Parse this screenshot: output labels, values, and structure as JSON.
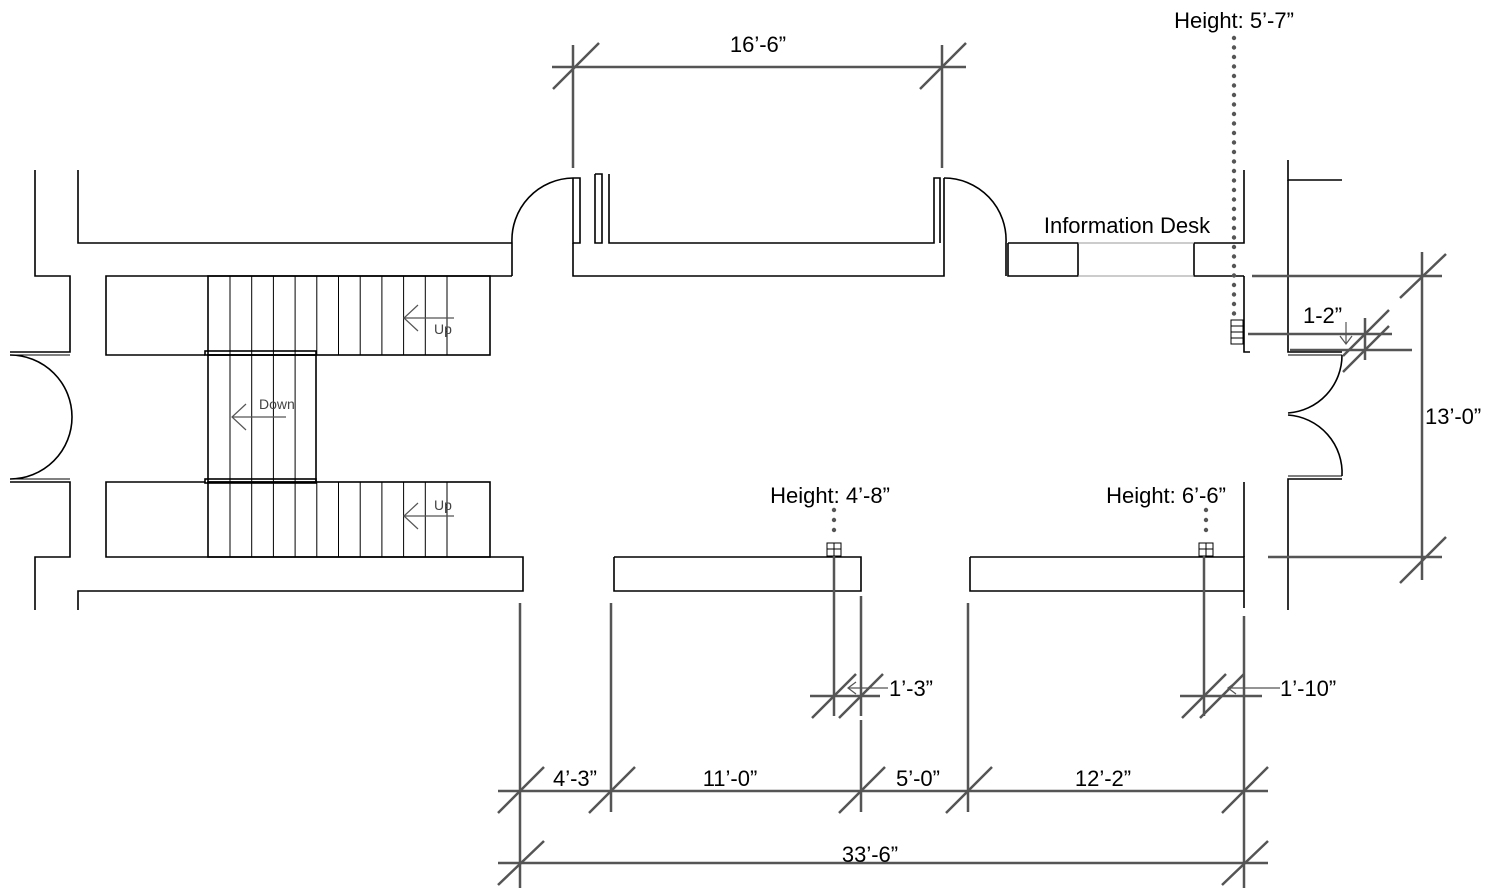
{
  "labels": {
    "information_desk": "Information Desk",
    "height_top": "Height: 5’-7”",
    "height_mid": "Height: 4’-8”",
    "height_right": "Height: 6’-6”",
    "stair_up_1": "Up",
    "stair_down": "Down",
    "stair_up_2": "Up"
  },
  "dimensions": {
    "top_span": "16’-6”",
    "right_small": "1-2”",
    "right_span": "13’-0”",
    "switch_mid": "1’-3”",
    "switch_right": "1’-10”",
    "bottom_1": "4’-3”",
    "bottom_2": "11’-0”",
    "bottom_3": "5’-0”",
    "bottom_4": "12’-2”",
    "bottom_total": "33’-6”"
  },
  "colors": {
    "wall": "#000000",
    "dimension": "#555555"
  }
}
